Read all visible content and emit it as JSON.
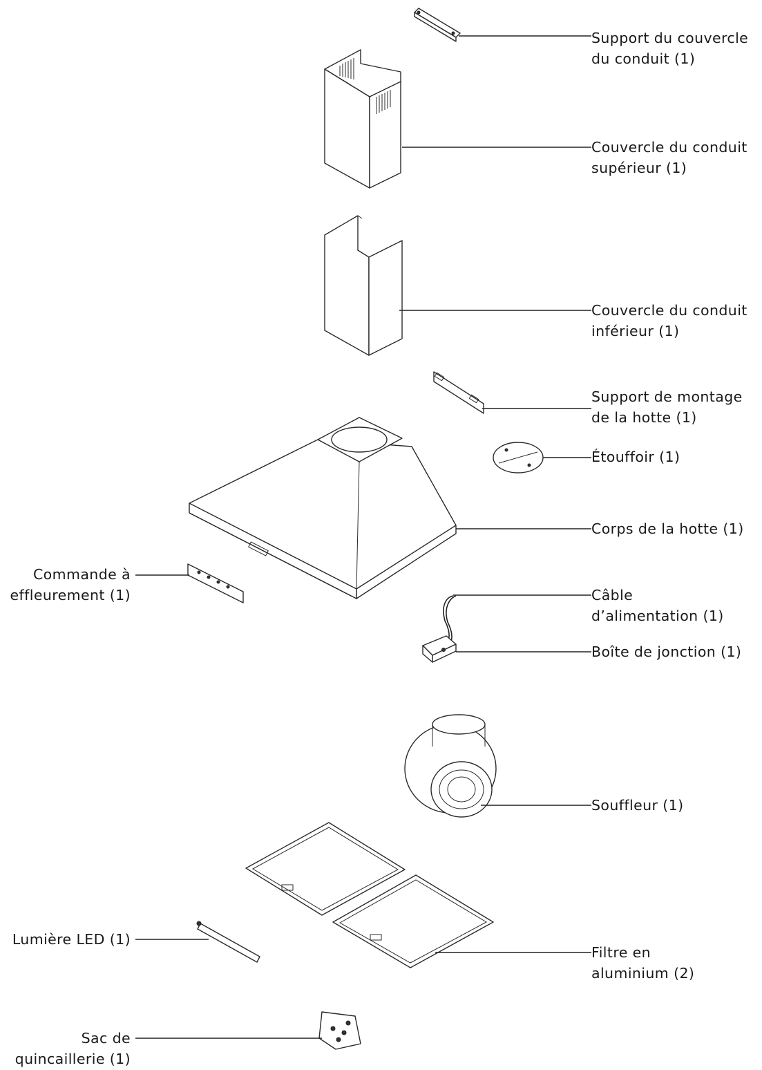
{
  "labels": {
    "support_couvercle": [
      "Support du couvercle",
      "du conduit (1)"
    ],
    "couvercle_superieur": [
      "Couvercle du conduit",
      "supérieur (1)"
    ],
    "couvercle_inferieur": [
      "Couvercle du conduit",
      "inférieur (1)"
    ],
    "support_montage": [
      "Support de montage",
      "de la hotte (1)"
    ],
    "etouffoir": [
      "Étouffoir (1)"
    ],
    "corps_hotte": [
      "Corps de la hotte (1)"
    ],
    "commande": [
      "Commande à",
      "effleurement (1)"
    ],
    "cable": [
      "Câble",
      "d’alimentation (1)"
    ],
    "boite": [
      "Boîte de jonction (1)"
    ],
    "souffleur": [
      "Souffleur (1)"
    ],
    "lumiere": [
      "Lumière LED (1)"
    ],
    "filtre": [
      "Filtre en",
      "aluminium (2)"
    ],
    "sac": [
      "Sac de",
      "quincaillerie (1)"
    ]
  }
}
